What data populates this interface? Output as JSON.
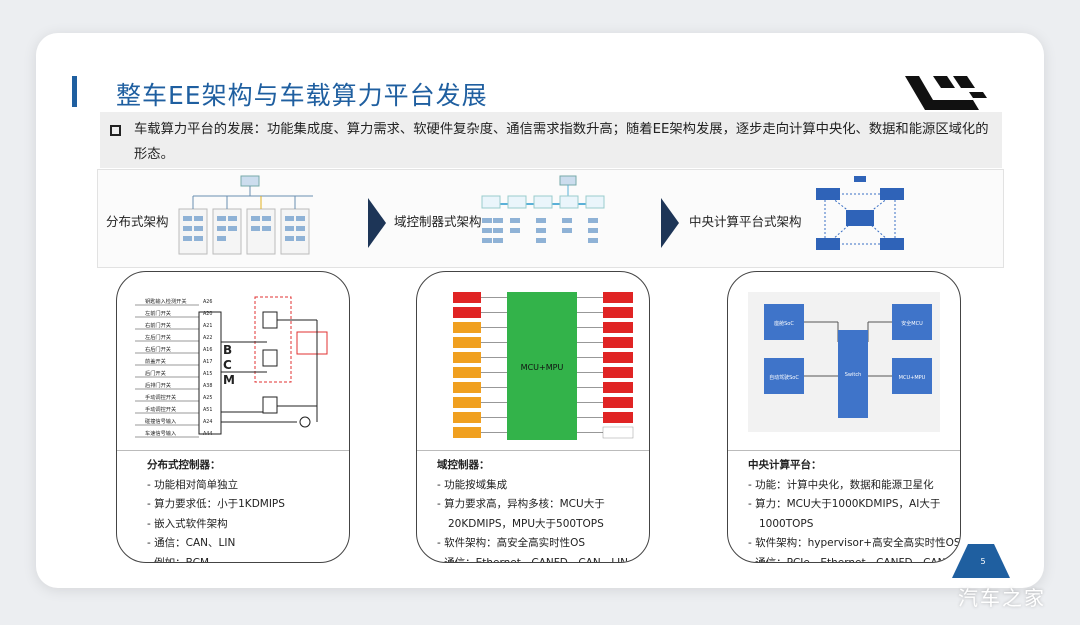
{
  "slide": {
    "title": "整车EE架构与车载算力平台发展",
    "summary": "车载算力平台的发展：功能集成度、算力需求、软硬件复杂度、通信需求指数升高；随着EE架构发展，逐步走向计算中央化、数据和能源区域化的形态。",
    "page_number": "5",
    "watermark": "汽车之家"
  },
  "architectures": [
    {
      "label": "分布式架构"
    },
    {
      "label": "域控制器式架构"
    },
    {
      "label": "中央计算平台式架构"
    }
  ],
  "diagram_text": {
    "distributed": {
      "rows": [
        "钥匙输入检测开关",
        "左前门开关",
        "右前门开关",
        "左后门开关",
        "右后门开关",
        "前盖开关",
        "后门开关",
        "后排门开关",
        "手动调控开关",
        "手动调控开关",
        "碰撞信号输入",
        "车速信号输入"
      ],
      "pins": [
        "A26",
        "A20",
        "A21",
        "A22",
        "A16",
        "A17",
        "A15",
        "A38",
        "A25",
        "A51",
        "A24",
        "A44"
      ],
      "bcm": [
        "B",
        "C",
        "M"
      ]
    },
    "domain": {
      "center": "MCU+MPU"
    },
    "central": {
      "nodes": [
        "座舱SoC",
        "安全MCU",
        "自动驾驶SoC",
        "MCU+MPU",
        "Switch"
      ]
    }
  },
  "cards": [
    {
      "heading": "分布式控制器：",
      "items": [
        {
          "text": "- 功能相对简单独立"
        },
        {
          "text": "- 算力要求低：小于1KDMIPS"
        },
        {
          "text": "- 嵌入式软件架构"
        },
        {
          "text": "- 通信：CAN、LIN"
        },
        {
          "text": "- 例如：BCM"
        }
      ]
    },
    {
      "heading": "域控制器：",
      "items": [
        {
          "text": "- 功能按域集成"
        },
        {
          "text": "- 算力要求高，异构多核：MCU大于",
          "cont": "20KDMIPS，MPU大于500TOPS"
        },
        {
          "text": "- 软件架构：高安全高实时性OS"
        },
        {
          "text": "- 通信：Ethernet、CANFD、CAN、LIN"
        }
      ]
    },
    {
      "heading": "中央计算平台：",
      "items": [
        {
          "text": "- 功能：计算中央化，数据和能源卫星化"
        },
        {
          "text": "- 算力：MCU大于1000KDMIPS，AI大于",
          "cont": "1000TOPS"
        },
        {
          "text": "- 软件架构：hypervisor+高安全高实时性OS"
        },
        {
          "text": "- 通信：PCIe、Ethernet、CANFD、CAN、LIN"
        }
      ]
    }
  ],
  "colors": {
    "title_blue": "#1f5fa0",
    "chevron": "#1d3557",
    "domain_green": "#33b34a",
    "domain_red": "#e02424",
    "domain_orange": "#f0a020",
    "central_blue": "#3f74c9"
  }
}
